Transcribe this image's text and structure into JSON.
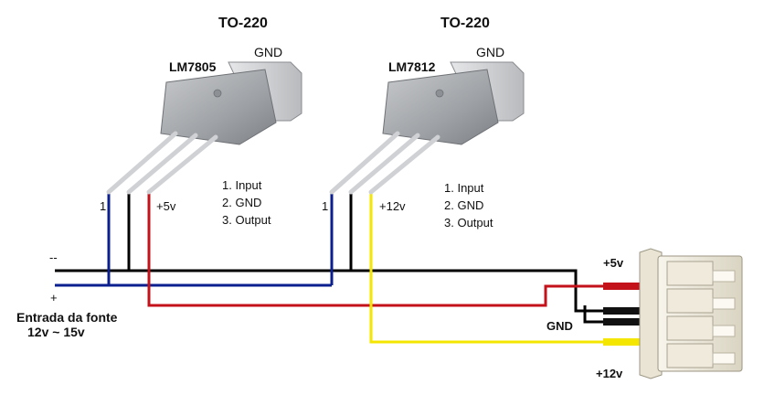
{
  "regulators": [
    {
      "package": "TO-220",
      "model": "LM7805",
      "tab_label": "GND",
      "pin1_label": "1",
      "output_label": "+5v",
      "pinout": [
        "1. Input",
        "2. GND",
        "3. Output"
      ]
    },
    {
      "package": "TO-220",
      "model": "LM7812",
      "tab_label": "GND",
      "pin1_label": "1",
      "output_label": "+12v",
      "pinout": [
        "1. Input",
        "2. GND",
        "3. Output"
      ]
    }
  ],
  "supply": {
    "negative_label": "--",
    "positive_label": "+",
    "caption_line1": "Entrada da fonte",
    "caption_line2": "12v ~ 15v"
  },
  "connector": {
    "label_5v": "+5v",
    "label_gnd": "GND",
    "label_12v": "+12v"
  },
  "colors": {
    "input_wire": "#0b1f8f",
    "ground_wire": "#000000",
    "five_volt_wire": "#c4121b",
    "twelve_volt_wire": "#f5e600",
    "regulator_body": "#a9abaf",
    "heatsink_tab": "#d7d9dc",
    "connector_body": "#f1ede0"
  }
}
